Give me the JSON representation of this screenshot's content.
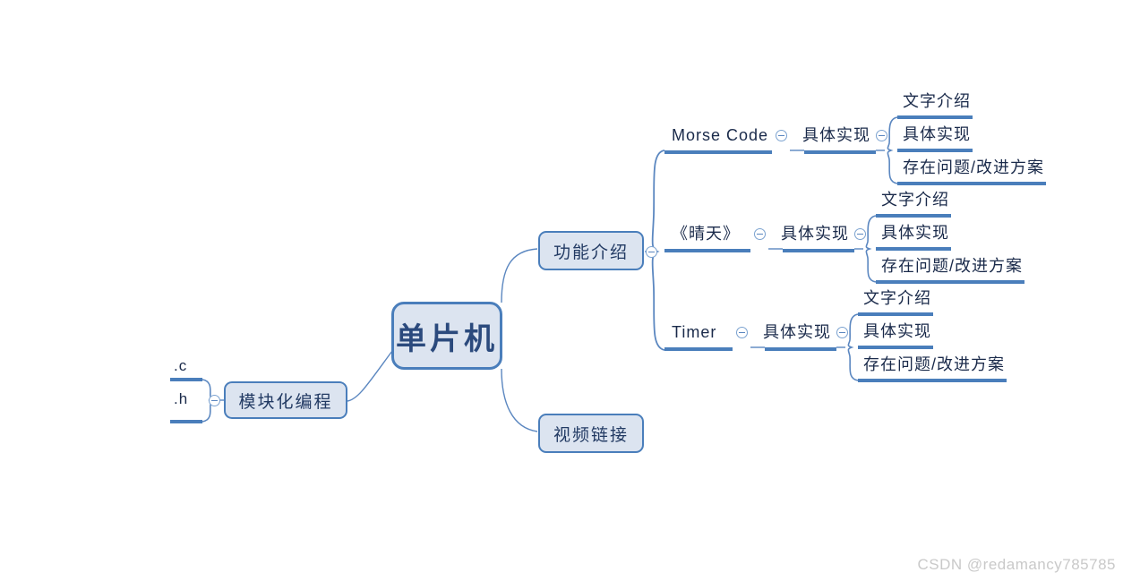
{
  "diagram": {
    "type": "mind-map",
    "title_node": "单片机",
    "colors": {
      "node_fill": "#dce4f0",
      "node_border": "#4a7ebb",
      "branch_line": "#5b87c0",
      "underline": "#4a7ebb",
      "text": "#1a2a4a",
      "root_text": "#2b4a7d",
      "background": "#ffffff",
      "watermark": "#c9c9c9"
    },
    "root": {
      "label": "单片机"
    },
    "branches": [
      {
        "label": "功能介绍",
        "toggle": "collapse-toggle",
        "children": [
          {
            "label": "Morse Code",
            "toggle": "collapse-toggle",
            "children": [
              {
                "label": "具体实现",
                "toggle": "collapse-toggle",
                "children": [
                  {
                    "label": "文字介绍"
                  },
                  {
                    "label": "具体实现"
                  },
                  {
                    "label": "存在问题/改进方案"
                  }
                ]
              }
            ]
          },
          {
            "label": "《晴天》",
            "toggle": "collapse-toggle",
            "children": [
              {
                "label": "具体实现",
                "toggle": "collapse-toggle",
                "children": [
                  {
                    "label": "文字介绍"
                  },
                  {
                    "label": "具体实现"
                  },
                  {
                    "label": "存在问题/改进方案"
                  }
                ]
              }
            ]
          },
          {
            "label": "Timer",
            "toggle": "collapse-toggle",
            "children": [
              {
                "label": "具体实现",
                "toggle": "collapse-toggle",
                "children": [
                  {
                    "label": "文字介绍"
                  },
                  {
                    "label": "具体实现"
                  },
                  {
                    "label": "存在问题/改进方案"
                  }
                ]
              }
            ]
          }
        ]
      },
      {
        "label": "视频链接",
        "children": []
      },
      {
        "label": "模块化编程",
        "toggle": "collapse-toggle",
        "children": [
          {
            "label": ".c"
          },
          {
            "label": ".h"
          }
        ]
      }
    ]
  },
  "watermark": {
    "text": "CSDN @redamancy785785"
  }
}
